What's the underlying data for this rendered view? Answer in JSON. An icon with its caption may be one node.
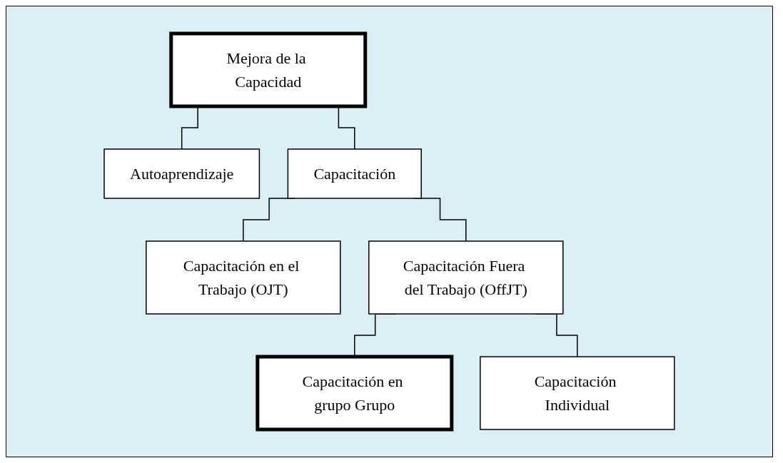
{
  "diagram": {
    "nodes": [
      {
        "text": [
          "Mejora de la Capacidad"
        ]
      },
      {
        "text": [
          "Autoaprendizaje"
        ]
      },
      {
        "text": [
          "Capacitación"
        ]
      },
      {
        "text": [
          "Capacitación en el Trabajo (OJT)"
        ]
      },
      {
        "text": [
          "Capacitación Fuera del Trabajo (OffJT)"
        ]
      },
      {
        "text": [
          "Capacitación en grupo Grupo"
        ]
      },
      {
        "text": [
          "Capacitación Individual"
        ]
      }
    ],
    "edges": [
      {
        "from": 0,
        "to": 1,
        "arrow": "none"
      },
      {
        "from": 0,
        "to": 2,
        "arrow": "none"
      },
      {
        "from": 2,
        "to": 3,
        "arrow": "none"
      },
      {
        "from": 2,
        "to": 4,
        "arrow": "none"
      },
      {
        "from": 4,
        "to": 5,
        "arrow": "none"
      },
      {
        "from": 4,
        "to": 6,
        "arrow": "none"
      }
    ]
  }
}
